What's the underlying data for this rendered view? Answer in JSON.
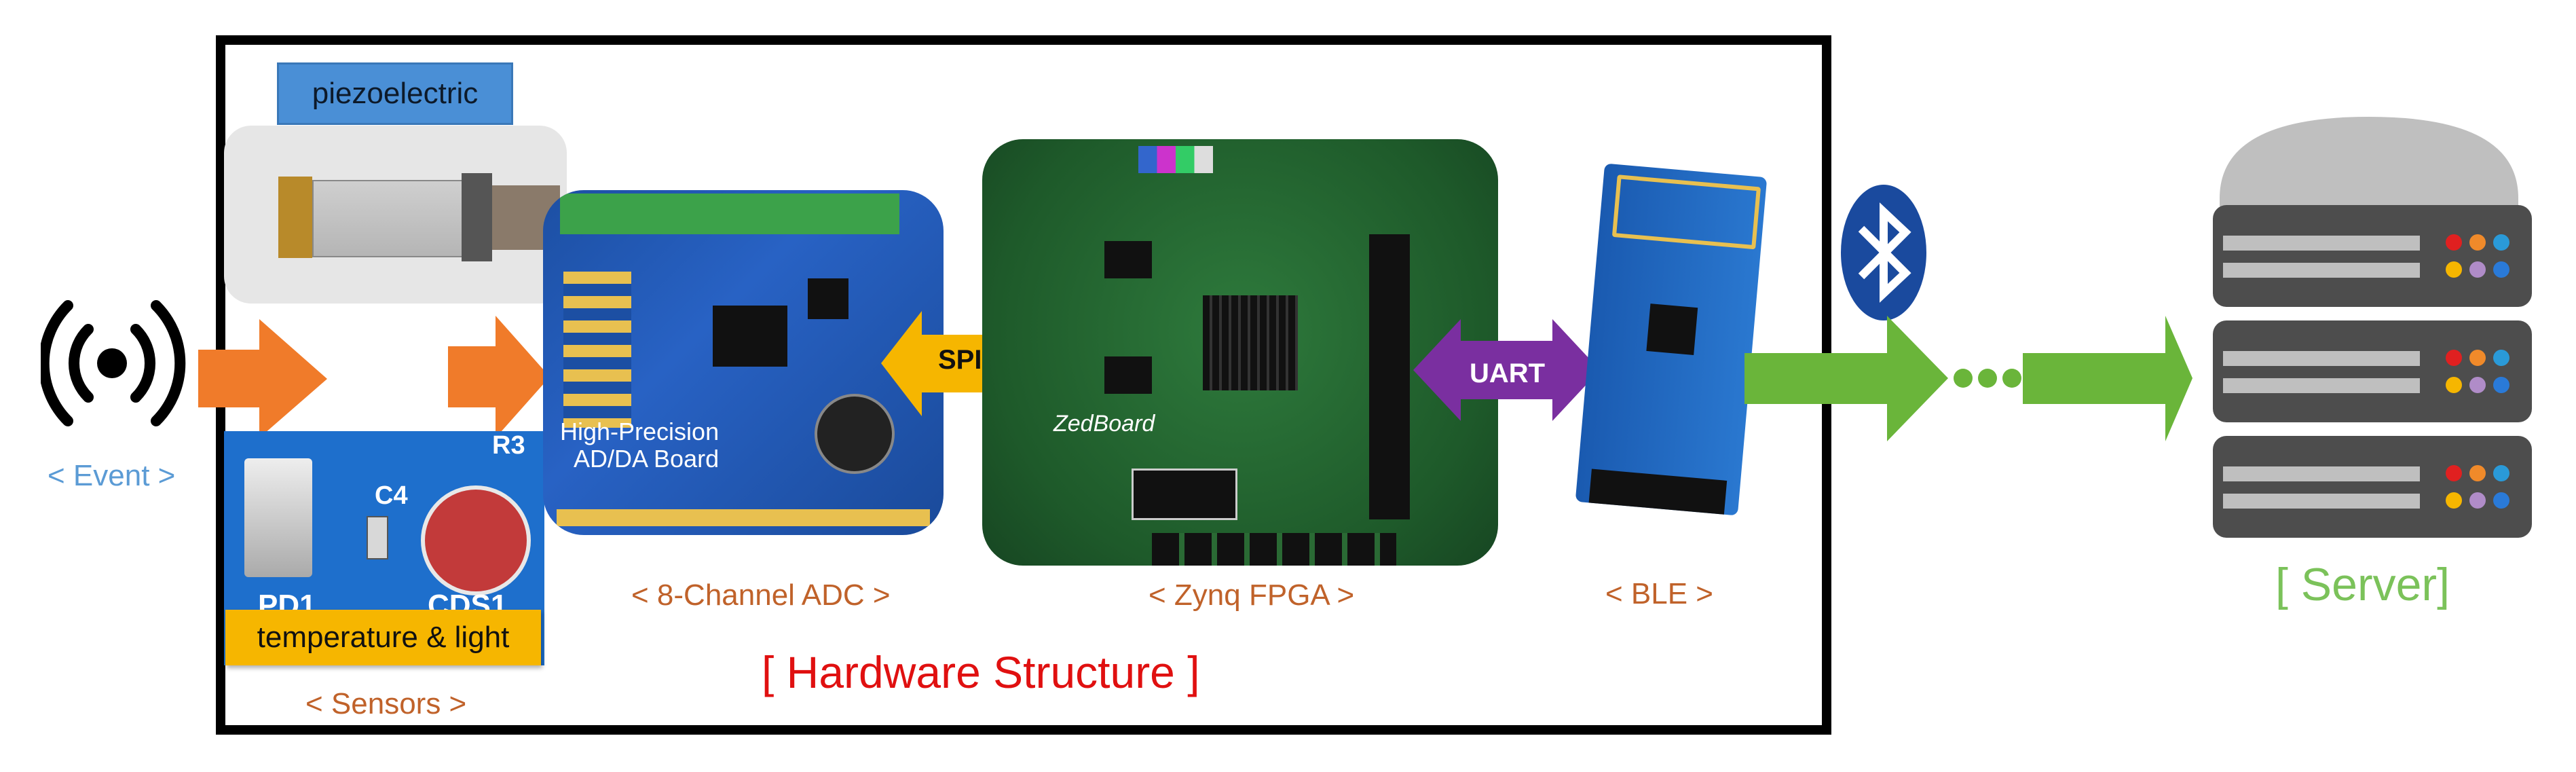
{
  "labels": {
    "event": "< Event >",
    "piezoelectric": "piezoelectric",
    "temperature_light": "temperature  & light",
    "sensors": "< Sensors >",
    "adc": "< 8-Channel ADC >",
    "fpga": "< Zynq FPGA  >",
    "ble": "< BLE >",
    "server": "[ Server]",
    "hardware_structure": "[ Hardware Structure ]",
    "spi": "SPI",
    "uart": "UART"
  },
  "board_text": {
    "adc_title_1": "High-Precision",
    "adc_title_2": "AD/DA Board",
    "zedboard": "ZedBoard",
    "pd1": "PD1",
    "cds1": "CDS1",
    "c4": "C4",
    "r3": "R3"
  },
  "colors": {
    "arrow_orange": "#f07b2a",
    "arrow_green": "#6ab53a",
    "spi_arrow": "#f6b600",
    "uart_arrow": "#7a2fa0",
    "bluetooth": "#1a4a9e",
    "hardware_title": "#e01010",
    "server_label": "#7bc25a",
    "event_label": "#5b9bd5"
  },
  "icons": [
    "broadcast-icon",
    "bluetooth-icon",
    "server-icon"
  ]
}
